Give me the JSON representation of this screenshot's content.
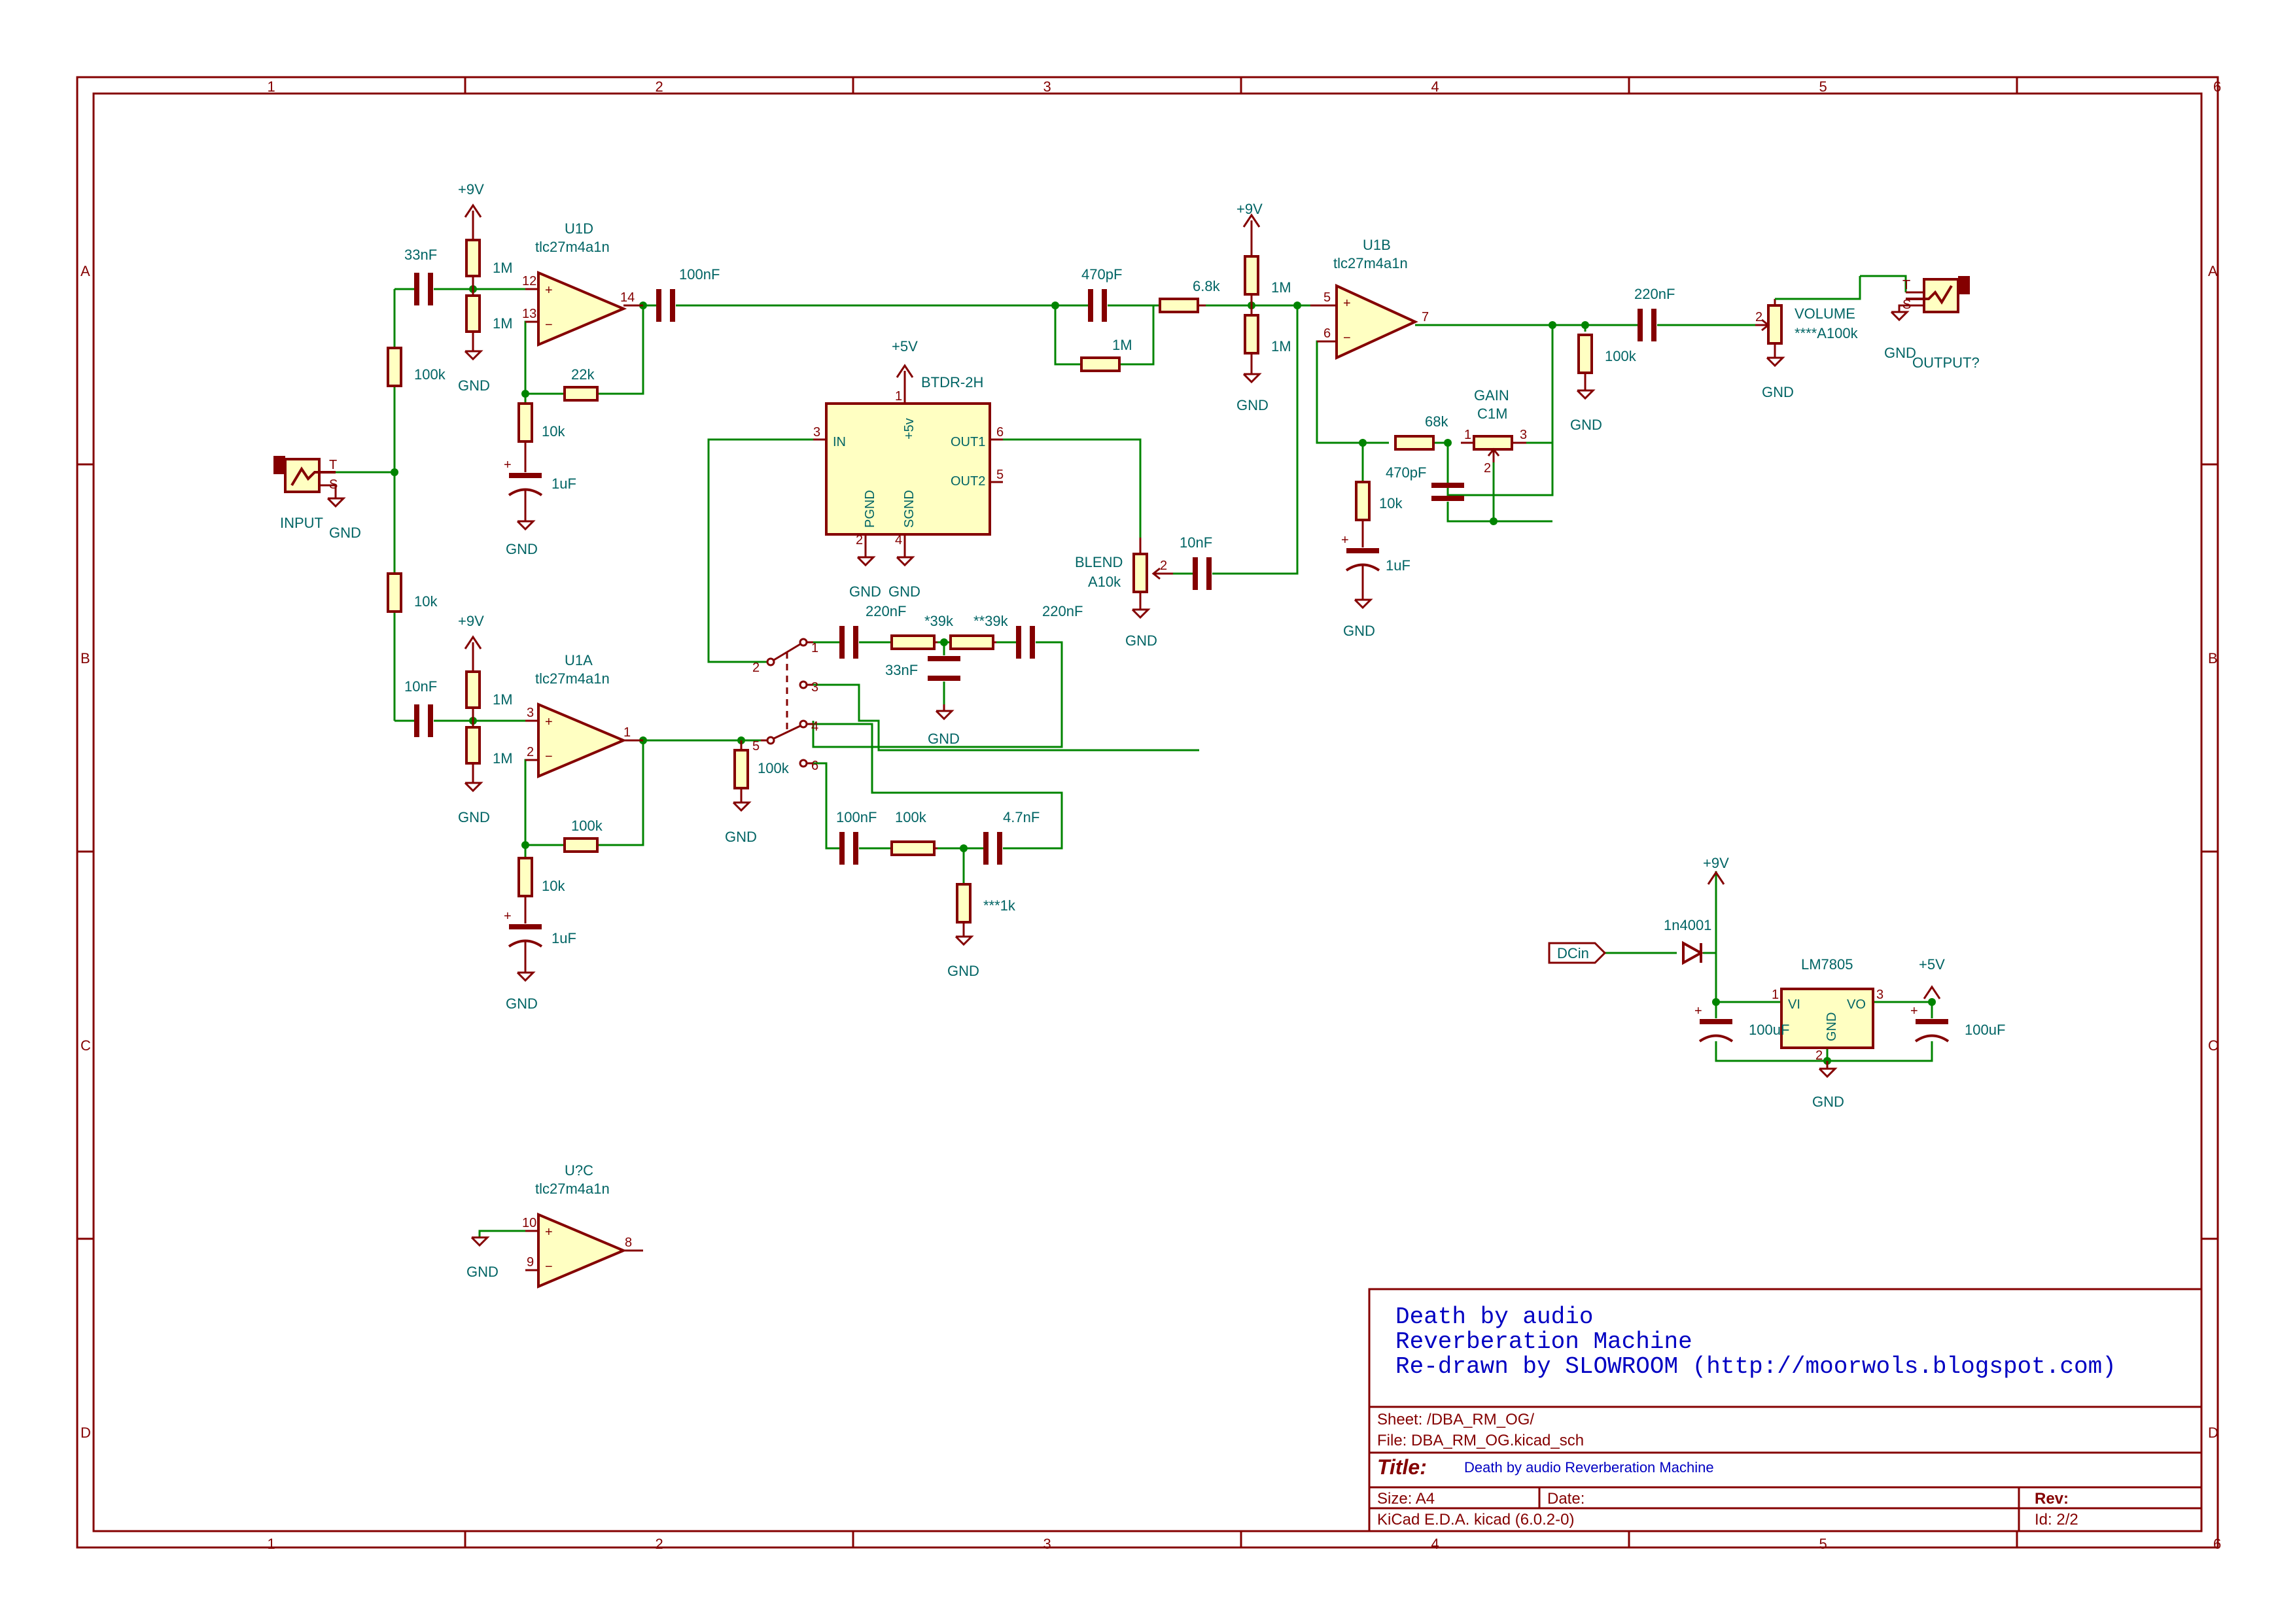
{
  "frame": {
    "columns": [
      "1",
      "2",
      "3",
      "4",
      "5",
      "6"
    ],
    "rows": [
      "A",
      "B",
      "C",
      "D"
    ]
  },
  "labels": {
    "vcc9": "+9V",
    "vcc5": "+5V",
    "gnd": "GND",
    "input": "INPUT",
    "output": "OUTPUT?",
    "dcin": "DCin",
    "tip": "T",
    "sleeve": "S"
  },
  "opamps": {
    "u1d": {
      "ref": "U1D",
      "value": "tlc27m4a1n",
      "in_p": "12",
      "in_n": "13",
      "out": "14"
    },
    "u1a": {
      "ref": "U1A",
      "value": "tlc27m4a1n",
      "in_p": "3",
      "in_n": "2",
      "out": "1"
    },
    "u1b": {
      "ref": "U1B",
      "value": "tlc27m4a1n",
      "in_p": "5",
      "in_n": "6",
      "out": "7"
    },
    "u1c": {
      "ref": "U?C",
      "value": "tlc27m4a1n",
      "in_p": "10",
      "in_n": "9",
      "out": "8"
    },
    "plus": "+",
    "minus": "−"
  },
  "components": {
    "c33n": "33nF",
    "r1m_a": "1M",
    "r1m_b": "1M",
    "r100k_in": "100k",
    "r10k_in": "10k",
    "c100n_out": "100nF",
    "r22k": "22k",
    "r10k_d": "10k",
    "c1u_d": "1uF",
    "c10n": "10nF",
    "r1m_c": "1M",
    "r1m_d": "1M",
    "r100k_fb": "100k",
    "r10k_a": "10k",
    "c1u_a": "1uF",
    "c470p_top": "470pF",
    "r1m_par": "1M",
    "r68k": "6.8k",
    "r1m_e": "1M",
    "r1m_f": "1M",
    "c220n_out": "220nF",
    "r100k_out": "100k",
    "volume": "VOLUME",
    "volume_val": "****A100k",
    "gain": "GAIN",
    "gain_val": "C1M",
    "r68k_g": "68k",
    "c470p_g": "470pF",
    "r10k_g": "10k",
    "c1u_g": "1uF",
    "blend": "BLEND",
    "blend_val": "A10k",
    "c10n_b": "10nF",
    "btdr": "BTDR-2H",
    "btdr_in": "IN",
    "btdr_out1": "OUT1",
    "btdr_out2": "OUT2",
    "btdr_pgnd": "PGND",
    "btdr_sgnd": "SGND",
    "btdr_p5v": "+5v",
    "c220n_a": "220nF",
    "r39k_a": "*39k",
    "r39k_b": "**39k",
    "c220n_b": "220nF",
    "c33n_b": "33nF",
    "r100k_sw": "100k",
    "c100n_sw": "100nF",
    "r100k_sw2": "100k",
    "c4n7": "4.7nF",
    "r1k": "***1k",
    "d1": "1n4001",
    "reg": "LM7805",
    "reg_vi": "VI",
    "reg_vo": "VO",
    "reg_gnd": "GND",
    "c100u_a": "100uF",
    "c100u_b": "100uF"
  },
  "pins": {
    "p1": "1",
    "p2": "2",
    "p3": "3",
    "p4": "4",
    "p5": "5",
    "p6": "6"
  },
  "title_block": {
    "comment1": "Death by audio",
    "comment2": "Reverberation Machine",
    "comment3": "Re-drawn by SLOWROOM (http://moorwols.blogspot.com)",
    "sheet": "Sheet: /DBA_RM_OG/",
    "file": "File: DBA_RM_OG.kicad_sch",
    "title_label": "Title:",
    "title": "Death by audio Reverberation Machine",
    "size": "Size: A4",
    "date": "Date:",
    "rev": "Rev:",
    "tool": "KiCad E.D.A.  kicad (6.0.2-0)",
    "id": "Id: 2/2"
  }
}
